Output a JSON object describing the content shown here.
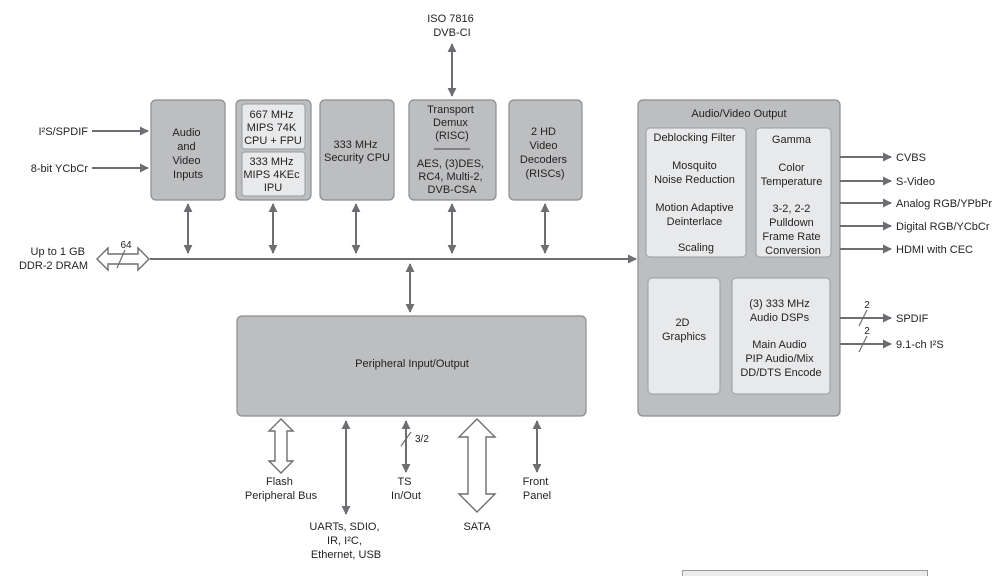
{
  "blocks": {
    "av_inputs": [
      "Audio",
      "and",
      "Video",
      "Inputs"
    ],
    "cpu_main": [
      "667 MHz",
      "MIPS 74K",
      "CPU + FPU"
    ],
    "cpu_ipu": [
      "333 MHz",
      "MIPS 4KEc",
      "IPU"
    ],
    "security_cpu": [
      "333 MHz",
      "Security CPU"
    ],
    "transport_demux": [
      "Transport",
      "Demux",
      "(RISC)"
    ],
    "transport_crypto": [
      "AES, (3)DES,",
      "RC4, Multi-2,",
      "DVB-CSA"
    ],
    "video_decoders": [
      "2 HD",
      "Video",
      "Decoders",
      "(RISCs)"
    ],
    "peripheral_io": "Peripheral Input/Output",
    "av_output": {
      "title": "Audio/Video Output",
      "deblocking": [
        "Deblocking Filter",
        "",
        "Mosquito",
        "Noise Reduction",
        "",
        "Motion Adaptive",
        "Deinterlace",
        "",
        "Scaling"
      ],
      "gamma": [
        "Gamma",
        "",
        "Color",
        "Temperature",
        "",
        "3-2, 2-2",
        "Pulldown",
        "Frame Rate",
        "Conversion"
      ],
      "graphics": [
        "2D",
        "Graphics"
      ],
      "audio_dsps": [
        "(3) 333 MHz",
        "Audio DSPs",
        "",
        "Main Audio",
        "PIP Audio/Mix",
        "DD/DTS Encode"
      ]
    }
  },
  "inputs": {
    "i2s_spdif": "I²S/SPDIF",
    "ycbcr_8bit": "8-bit YCbCr"
  },
  "memory": {
    "label_line1": "Up to 1 GB",
    "label_line2": "DDR-2 DRAM",
    "bus_width": "64"
  },
  "iso": {
    "line1": "ISO 7816",
    "line2": "DVB-CI"
  },
  "outputs": {
    "cvbs": "CVBS",
    "svideo": "S-Video",
    "analog_rgb": "Analog RGB/YPbPr",
    "digital_rgb": "Digital RGB/YCbCr",
    "hdmi": "HDMI with CEC",
    "spdif": "SPDIF",
    "i2s_91": "9.1-ch I²S",
    "spdif_width": "2",
    "i2s_width": "2"
  },
  "peripherals": {
    "flash": [
      "Flash",
      "Peripheral Bus"
    ],
    "uarts": [
      "UARTs, SDIO,",
      "IR, I²C,",
      "Ethernet, USB"
    ],
    "ts": [
      "TS",
      "In/Out"
    ],
    "ts_width": "3/2",
    "sata": "SATA",
    "front_panel": [
      "Front",
      "Panel"
    ]
  }
}
